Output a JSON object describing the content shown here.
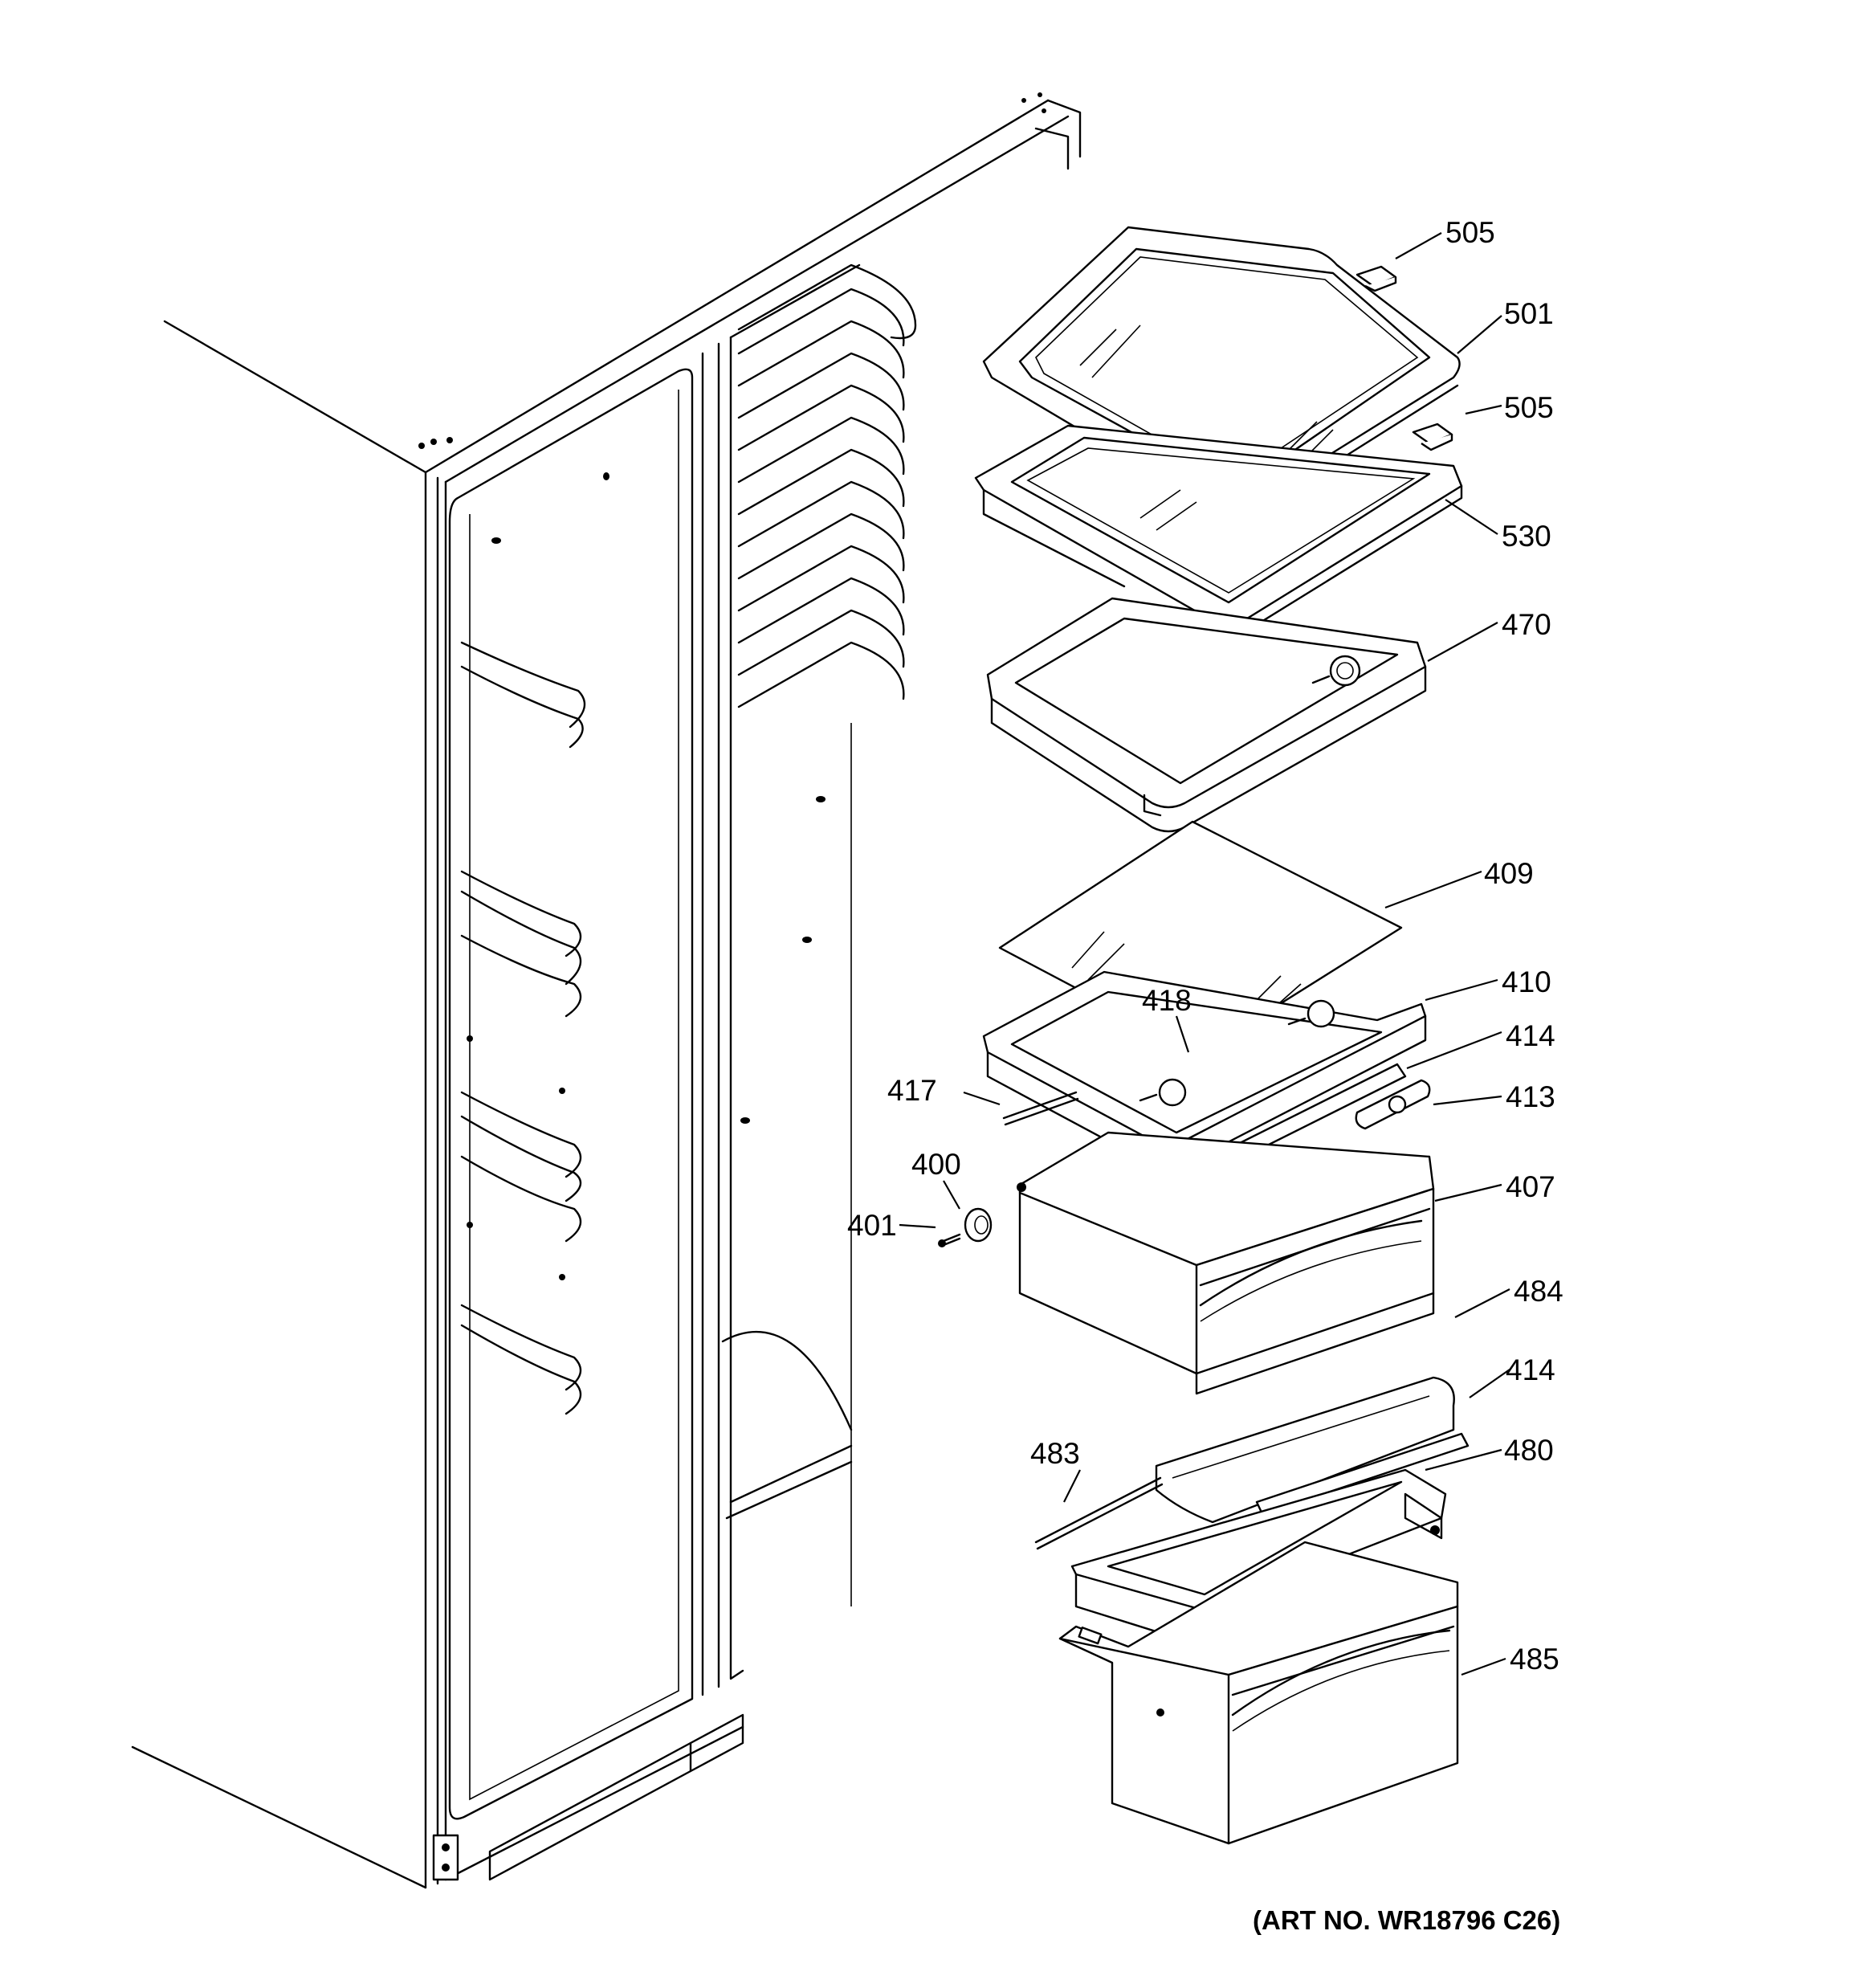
{
  "diagram": {
    "art_number": "(ART NO. WR18796 C26)",
    "callouts": [
      {
        "id": "505a",
        "text": "505"
      },
      {
        "id": "501",
        "text": "501"
      },
      {
        "id": "505b",
        "text": "505"
      },
      {
        "id": "530",
        "text": "530"
      },
      {
        "id": "470",
        "text": "470"
      },
      {
        "id": "409",
        "text": "409"
      },
      {
        "id": "410",
        "text": "410"
      },
      {
        "id": "418",
        "text": "418"
      },
      {
        "id": "414a",
        "text": "414"
      },
      {
        "id": "417",
        "text": "417"
      },
      {
        "id": "413",
        "text": "413"
      },
      {
        "id": "400",
        "text": "400"
      },
      {
        "id": "407",
        "text": "407"
      },
      {
        "id": "401",
        "text": "401"
      },
      {
        "id": "484",
        "text": "484"
      },
      {
        "id": "414b",
        "text": "414"
      },
      {
        "id": "483",
        "text": "483"
      },
      {
        "id": "480",
        "text": "480"
      },
      {
        "id": "485",
        "text": "485"
      }
    ]
  }
}
